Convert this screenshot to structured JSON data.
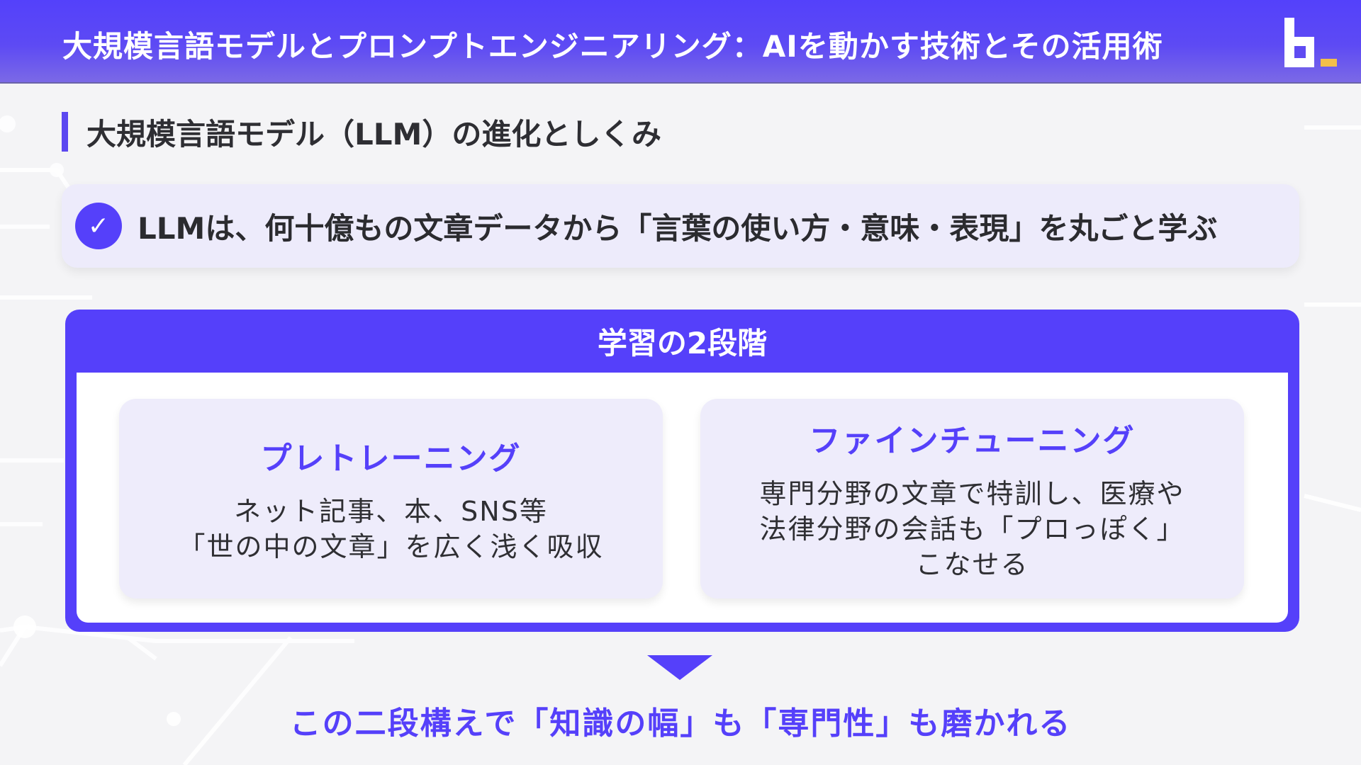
{
  "header": {
    "title": "大規模言語モデルとプロンプトエンジニアリング：AIを動かす技術とその活用術",
    "logo_icon": "brand-logo-b",
    "colors": {
      "gradient_top": "#5441fb",
      "gradient_bottom": "#7b69e6",
      "logo_accent": "#f3bf4a"
    }
  },
  "section": {
    "title": "大規模言語モデル（LLM）の進化としくみ"
  },
  "callout": {
    "icon": "check-icon",
    "icon_glyph": "✓",
    "text": "LLMは、何十億もの文章データから「言葉の使い方・意味・表現」を丸ごと学ぶ"
  },
  "stages": {
    "title": "学習の2段階",
    "cards": [
      {
        "title": "プレトレーニング",
        "lines": [
          "ネット記事、本、SNS等",
          "「世の中の文章」を広く浅く吸収"
        ]
      },
      {
        "title": "ファインチューニング",
        "lines": [
          "専門分野の文章で特訓し、医療や",
          "法律分野の会話も「プロっぽく」",
          "こなせる"
        ]
      }
    ]
  },
  "arrow": {
    "icon": "triangle-down-icon"
  },
  "conclusion": {
    "text": "この二段構えで「知識の幅」も「専門性」も磨かれる"
  },
  "theme": {
    "accent": "#5540fa",
    "background": "#f4f4f6",
    "card_bg": "#eeecfb",
    "text_dark": "#2b2b2f"
  }
}
